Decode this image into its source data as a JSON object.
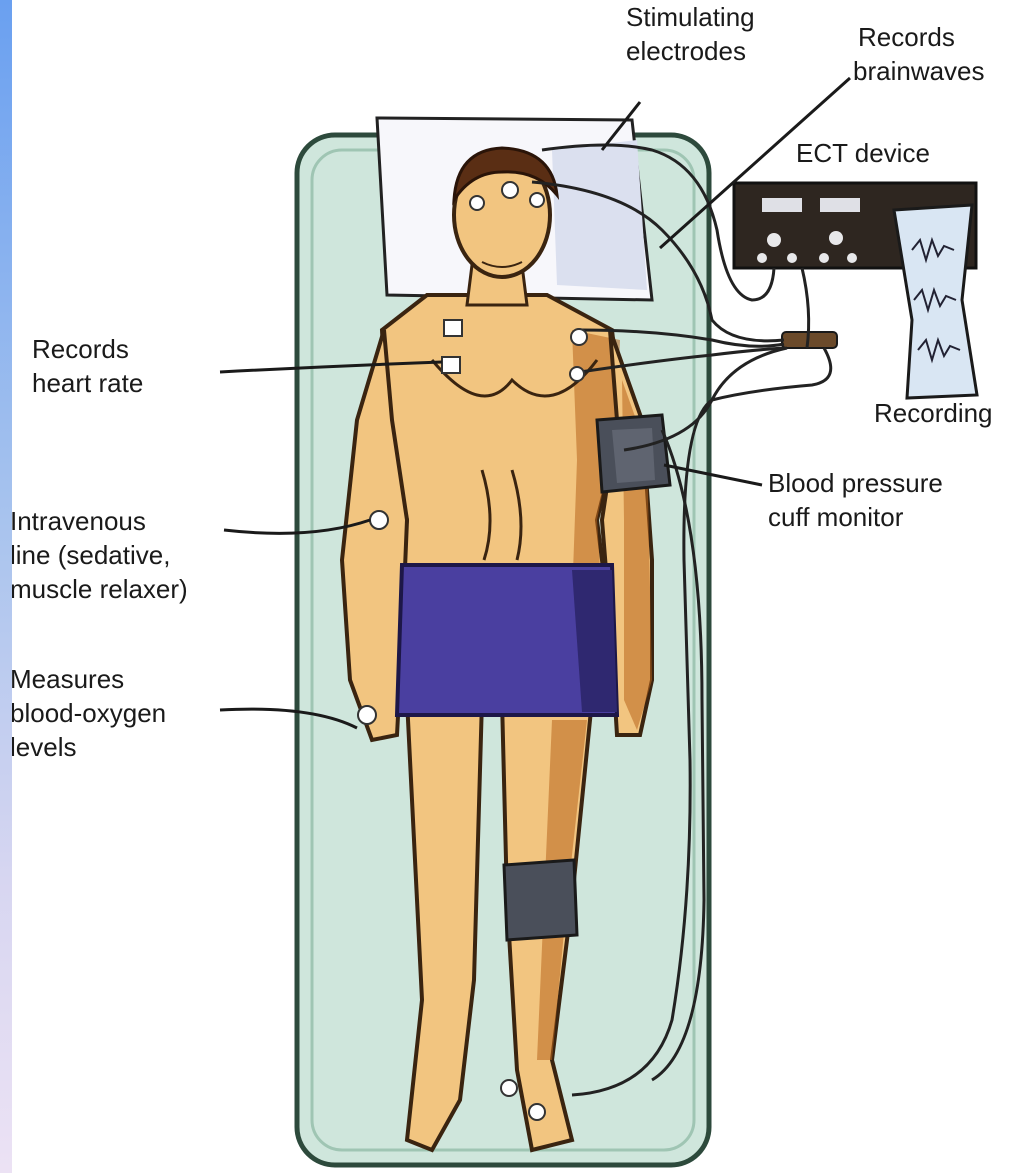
{
  "labels": {
    "stimulating": [
      "Stimulating",
      "electrodes"
    ],
    "brainwaves": [
      "Records",
      "brainwaves"
    ],
    "ect": "ECT device",
    "heart": [
      "Records",
      "heart rate"
    ],
    "recording": "Recording",
    "bp": [
      "Blood pressure",
      "cuff monitor"
    ],
    "iv": [
      "Intravenous",
      "line (sedative,",
      "muscle relaxer)"
    ],
    "oxygen": [
      "Measures",
      "blood-oxygen",
      "levels"
    ]
  },
  "colors": {
    "frame": "#6aa0f0",
    "mattress": "#cfe6dc",
    "skin": "#f2c580",
    "shorts": "#4a3fa0",
    "cuff": "#4a4f5a",
    "device": "#2e2620",
    "wire": "#222222"
  }
}
